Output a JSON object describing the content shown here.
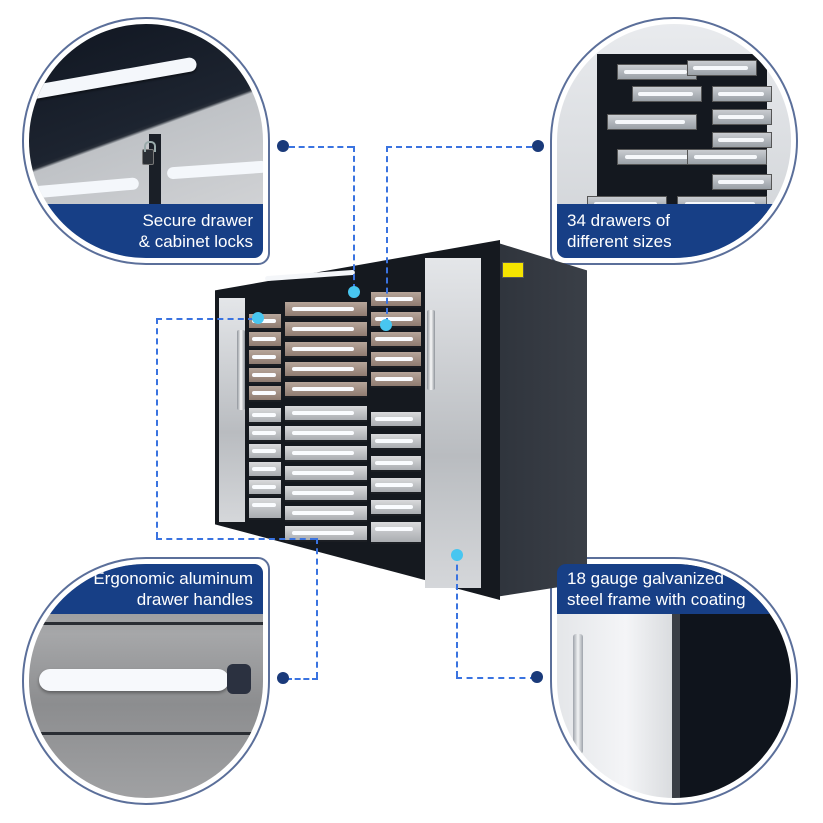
{
  "product": {
    "name": "Steel tool storage cabinet with drawers",
    "features": [
      {
        "id": "locks",
        "caption_lines": [
          "Secure drawer",
          "& cabinet  locks"
        ],
        "position": "top-left"
      },
      {
        "id": "drawers",
        "caption_lines": [
          "34 drawers  of",
          "different  sizes"
        ],
        "position": "top-right"
      },
      {
        "id": "handles",
        "caption_lines": [
          "Ergonomic aluminum",
          "drawer  handles"
        ],
        "position": "bottom-left"
      },
      {
        "id": "frame",
        "caption_lines": [
          "18 gauge galvanized",
          "steel frame with coating"
        ],
        "position": "bottom-right"
      }
    ]
  },
  "colors": {
    "caption_bg": "#173f86",
    "caption_text": "#ffffff",
    "connector_line": "#3a73e0",
    "connector_dot": "#1a3a7a",
    "hotspot_pin": "#48c6f0",
    "bubble_border": "#5b6f9a"
  },
  "icons": {
    "hotspot": "hotspot-dot-icon",
    "anchor": "anchor-dot-icon"
  }
}
